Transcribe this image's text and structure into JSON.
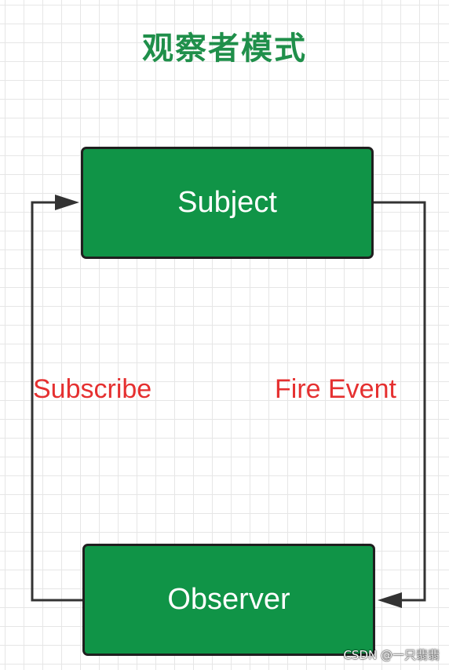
{
  "title": "观察者模式",
  "nodes": {
    "subject": "Subject",
    "observer": "Observer"
  },
  "edges": {
    "subscribe": "Subscribe",
    "fire_event": "Fire Event"
  },
  "watermark": "CSDN @一只翡翡",
  "colors": {
    "title": "#1f8f4a",
    "box_fill": "#109447",
    "box_text": "#ffffff",
    "edge_label": "#e53030",
    "line": "#333333"
  }
}
